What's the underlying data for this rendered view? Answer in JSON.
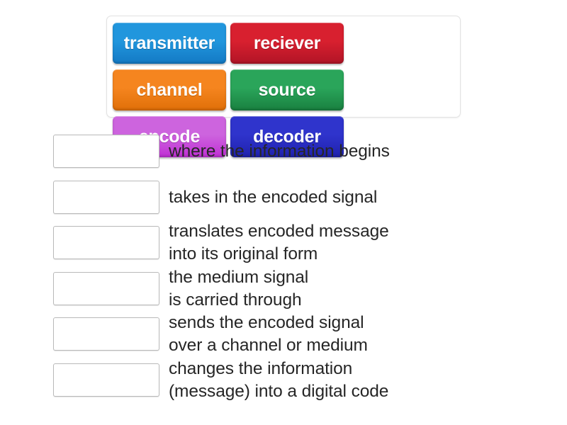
{
  "activity": {
    "type": "match-up",
    "tile_bank": {
      "name": "answer-tile-bank",
      "tiles": [
        {
          "label": "transmitter",
          "color": "#2196dd",
          "color_dark": "#1379c4",
          "row": 1,
          "col": 1
        },
        {
          "label": "reciever",
          "color": "#d8202f",
          "color_dark": "#b11426",
          "row": 1,
          "col": 2
        },
        {
          "label": "channel",
          "color": "#f5851f",
          "color_dark": "#e06f08",
          "row": 1,
          "col": 3
        },
        {
          "label": "source",
          "color": "#2aa55a",
          "color_dark": "#198040",
          "row": 2,
          "col": 1
        },
        {
          "label": "encode",
          "color": "#cd64de",
          "color_dark": "#c02fd4",
          "row": 2,
          "col": 2
        },
        {
          "label": "decoder",
          "color": "#2f34cc",
          "color_dark": "#1f21ad",
          "row": 2,
          "col": 3
        }
      ]
    },
    "questions": [
      {
        "slot_value": "",
        "slot_placeholder": "",
        "text": "where the information begins",
        "lines": 1
      },
      {
        "slot_value": "",
        "slot_placeholder": "",
        "text": "takes in the encoded signal",
        "lines": 1
      },
      {
        "slot_value": "",
        "slot_placeholder": "",
        "text": "translates encoded message\ninto its original form",
        "lines": 2
      },
      {
        "slot_value": "",
        "slot_placeholder": "",
        "text": "the medium signal\nis carried through",
        "lines": 2
      },
      {
        "slot_value": "",
        "slot_placeholder": "",
        "text": "sends the encoded signal\nover a channel or medium",
        "lines": 2
      },
      {
        "slot_value": "",
        "slot_placeholder": "",
        "text": "changes the information\n(message) into a digital code",
        "lines": 2
      }
    ]
  },
  "colors": {
    "page_background": "#ffffff",
    "text": "#262626",
    "slot_border": "#b9b9b9",
    "bank_border": "#e2e2e2",
    "tile_text": "#ffffff"
  }
}
